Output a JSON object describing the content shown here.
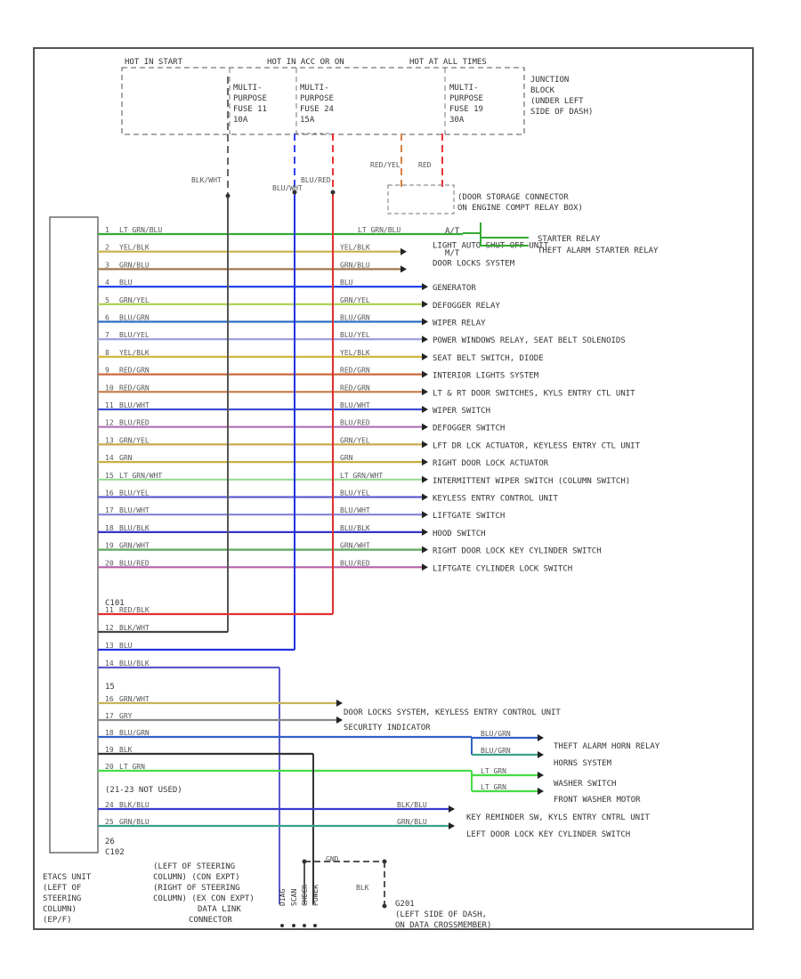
{
  "hot_headers": [
    "HOT IN START",
    "HOT IN ACC OR ON",
    "HOT AT ALL TIMES"
  ],
  "fuses": [
    {
      "l1": "MULTI-",
      "l2": "PURPOSE",
      "l3": "FUSE 11",
      "l4": "10A",
      "wire": "BLK/WHT"
    },
    {
      "l1": "MULTI-",
      "l2": "PURPOSE",
      "l3": "FUSE 24",
      "l4": "15A",
      "wire": "BLU/RED"
    },
    {
      "l1": "MULTI-",
      "l2": "PURPOSE",
      "l3": "FUSE 19",
      "l4": "30A",
      "wire": "RED"
    }
  ],
  "junction_block": [
    "JUNCTION",
    "BLOCK",
    "(UNDER LEFT",
    "SIDE OF DASH)"
  ],
  "fuse_wire_labels": [
    "BLU/WHT",
    "BLU/RED",
    "RED/YEL",
    "RED"
  ],
  "storage_connector": [
    "(DOOR STORAGE CONNECTOR",
    "ON ENGINE COMPT RELAY BOX)"
  ],
  "at_mt": [
    "A/T",
    "M/T"
  ],
  "starter_dests": [
    "STARTER RELAY",
    "THEFT ALARM STARTER RELAY"
  ],
  "pins_top": [
    {
      "pin": "1",
      "color": "LT GRN/BLU",
      "hex": "#33aa33",
      "dest": "STARTER RELAY"
    },
    {
      "pin": "2",
      "color": "YEL/BLK",
      "hex": "#c8b048",
      "dest": "LIGHT AUTO SHUT OFF UNIT"
    },
    {
      "pin": "3",
      "color": "GRN/BLU",
      "hex": "#a07848",
      "dest": "DOOR LOCKS SYSTEM"
    },
    {
      "pin": "4",
      "color": "BLU",
      "hex": "#2244ee",
      "dest": "GENERATOR"
    },
    {
      "pin": "5",
      "color": "GRN/YEL",
      "hex": "#a8d04c",
      "dest": "DEFOGGER RELAY"
    },
    {
      "pin": "6",
      "color": "BLU/GRN",
      "hex": "#2d6fc4",
      "dest": "WIPER RELAY"
    },
    {
      "pin": "7",
      "color": "BLU/YEL",
      "hex": "#9a9ae0",
      "dest": "POWER WINDOWS RELAY, SEAT BELT SOLENOIDS"
    },
    {
      "pin": "8",
      "color": "YEL/BLK",
      "hex": "#d4b640",
      "dest": "SEAT BELT SWITCH, DIODE"
    },
    {
      "pin": "9",
      "color": "RED/GRN",
      "hex": "#c86a3c",
      "dest": "INTERIOR LIGHTS SYSTEM"
    },
    {
      "pin": "10",
      "color": "RED/GRN",
      "hex": "#c9784a",
      "dest": "LT & RT DOOR SWITCHES, KYLS ENTRY CTL UNIT"
    },
    {
      "pin": "11",
      "color": "BLU/WHT",
      "hex": "#3f4fcf",
      "dest": "WIPER SWITCH"
    },
    {
      "pin": "12",
      "color": "BLU/RED",
      "hex": "#b070b8",
      "dest": "DEFOGGER SWITCH"
    },
    {
      "pin": "13",
      "color": "GRN/YEL",
      "hex": "#c8a850",
      "dest": "LFT DR LCK ACTUATOR, KEYLESS ENTRY CTL UNIT"
    },
    {
      "pin": "14",
      "color": "GRN",
      "hex": "#c7b040",
      "dest": "RIGHT DOOR LOCK ACTUATOR"
    },
    {
      "pin": "15",
      "color": "LT GRN/WHT",
      "hex": "#98d898",
      "dest": "INTERMITTENT WIPER SWITCH (COLUMN SWITCH)"
    },
    {
      "pin": "16",
      "color": "BLU/YEL",
      "hex": "#5e5ed0",
      "dest": "KEYLESS ENTRY CONTROL UNIT"
    },
    {
      "pin": "17",
      "color": "BLU/WHT",
      "hex": "#8282d8",
      "dest": "LIFTGATE SWITCH"
    },
    {
      "pin": "18",
      "color": "BLU/BLK",
      "hex": "#3434c8",
      "dest": "HOOD SWITCH"
    },
    {
      "pin": "19",
      "color": "GRN/WHT",
      "hex": "#5ca85c",
      "dest": "RIGHT DOOR LOCK KEY CYLINDER SWITCH"
    },
    {
      "pin": "20",
      "color": "BLU/RED",
      "hex": "#b060a8",
      "dest": "LIFTGATE CYLINDER LOCK SWITCH"
    }
  ],
  "c101": "C101",
  "pins_mid": [
    {
      "pin": "11",
      "color": "RED/BLK",
      "hex": "#e03030"
    },
    {
      "pin": "12",
      "color": "BLK/WHT",
      "hex": "#444444"
    },
    {
      "pin": "13",
      "color": "BLU",
      "hex": "#2233dd"
    },
    {
      "pin": "14",
      "color": "BLU/BLK",
      "hex": "#5a5ac8"
    }
  ],
  "pin15": "15",
  "pins_bottom": [
    {
      "pin": "16",
      "color": "GRN/WHT",
      "hex": "#c8b458"
    },
    {
      "pin": "17",
      "color": "GRY",
      "hex": "#8a8a8a"
    },
    {
      "pin": "18",
      "color": "BLU/GRN",
      "hex": "#3360c8"
    },
    {
      "pin": "19",
      "color": "BLK",
      "hex": "#333333"
    },
    {
      "pin": "20",
      "color": "LT GRN",
      "hex": "#44dd44"
    }
  ],
  "not_used": "(21-23 NOT USED)",
  "pins_low": [
    {
      "pin": "24",
      "color": "BLK/BLU",
      "hex": "#3b3bd0",
      "dest": "KEY REMINDER SW, KYLS ENTRY CNTRL UNIT"
    },
    {
      "pin": "25",
      "color": "GRN/BLU",
      "hex": "#3aa08a",
      "dest": "LEFT DOOR LOCK KEY CYLINDER SWITCH"
    }
  ],
  "pin26": "26",
  "c102": "C102",
  "door_locks_dest": [
    "DOOR LOCKS SYSTEM, KEYLESS ENTRY CONTROL UNIT",
    "SECURITY INDICATOR"
  ],
  "right_branches": [
    {
      "color": "BLU/GRN",
      "hex": "#3360c8",
      "dest": "THEFT ALARM HORN RELAY"
    },
    {
      "color": "BLU/GRN",
      "hex": "#3aa08a",
      "dest": "HORNS SYSTEM"
    },
    {
      "color": "LT GRN",
      "hex": "#44dd44",
      "dest": "WASHER SWITCH"
    },
    {
      "color": "LT GRN",
      "hex": "#44dd44",
      "dest": "FRONT WASHER MOTOR"
    }
  ],
  "etacs": [
    "ETACS UNIT",
    "(LEFT OF",
    "STEERING",
    "COLUMN)",
    "(EP/F)"
  ],
  "dlc": [
    "(LEFT OF STEERING",
    "COLUMN) (CON EXPT)",
    "(RIGHT OF STEERING",
    "COLUMN) (EX CON EXPT)",
    "DATA LINK",
    "CONNECTOR"
  ],
  "dlc_pins": [
    "DIAG",
    "SCAN",
    "CHECK",
    "POWER"
  ],
  "g201": {
    "wire": "BLK",
    "name": "G201",
    "desc": "(LEFT SIDE OF DASH,",
    "desc2": "ON DATA CROSSMEMBER)",
    "ground": "GND"
  }
}
